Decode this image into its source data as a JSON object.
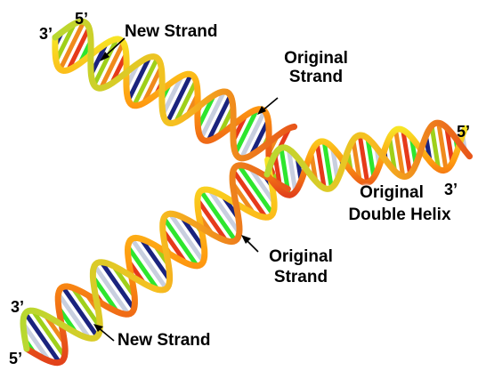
{
  "labels": {
    "new_strand_top": "New Strand",
    "original_strand_top_line1": "Original",
    "original_strand_top_line2": "Strand",
    "original_double_helix_line1": "Original",
    "original_double_helix_line2": "Double Helix",
    "original_strand_bottom_line1": "Original",
    "original_strand_bottom_line2": "Strand",
    "new_strand_bottom": "New Strand"
  },
  "ends": {
    "top_left_3": "3’",
    "top_left_5": "5’",
    "right_5": "5’",
    "right_3": "3’",
    "bottom_left_3": "3’",
    "bottom_left_5": "5’"
  },
  "colors": {
    "base_pair": [
      "#1a237e",
      "#c8cfdf",
      "#2ee62e",
      "#e63a1a",
      "#f08a1c",
      "#9fd01a"
    ],
    "backbone_gradient": [
      "#f2e21e",
      "#ff9800",
      "#e8401a"
    ]
  }
}
